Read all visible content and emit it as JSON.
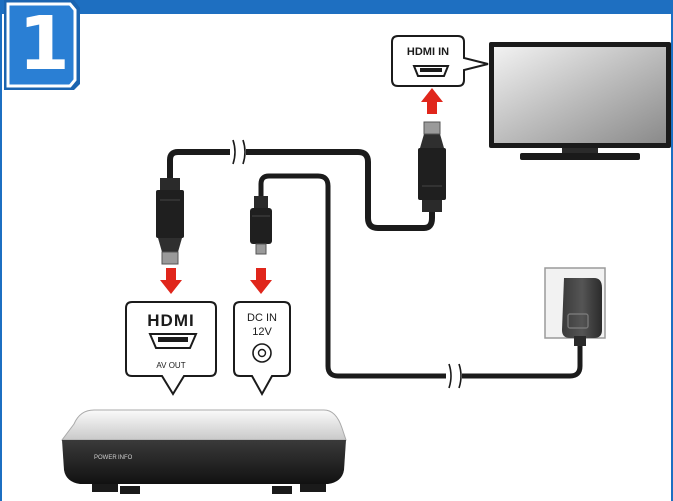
{
  "step": {
    "number": "1"
  },
  "tv": {
    "port_label": "HDMI IN"
  },
  "player": {
    "hdmi_logo": "HDMI",
    "av_out_label": "AV OUT",
    "dc_label_line1": "DC IN",
    "dc_label_line2": "12V",
    "power_label": "POWER",
    "info_label": "INFO"
  },
  "colors": {
    "accent": "#1e6fc1",
    "arrow": "#e0261b",
    "cable": "#1b1b1b"
  }
}
